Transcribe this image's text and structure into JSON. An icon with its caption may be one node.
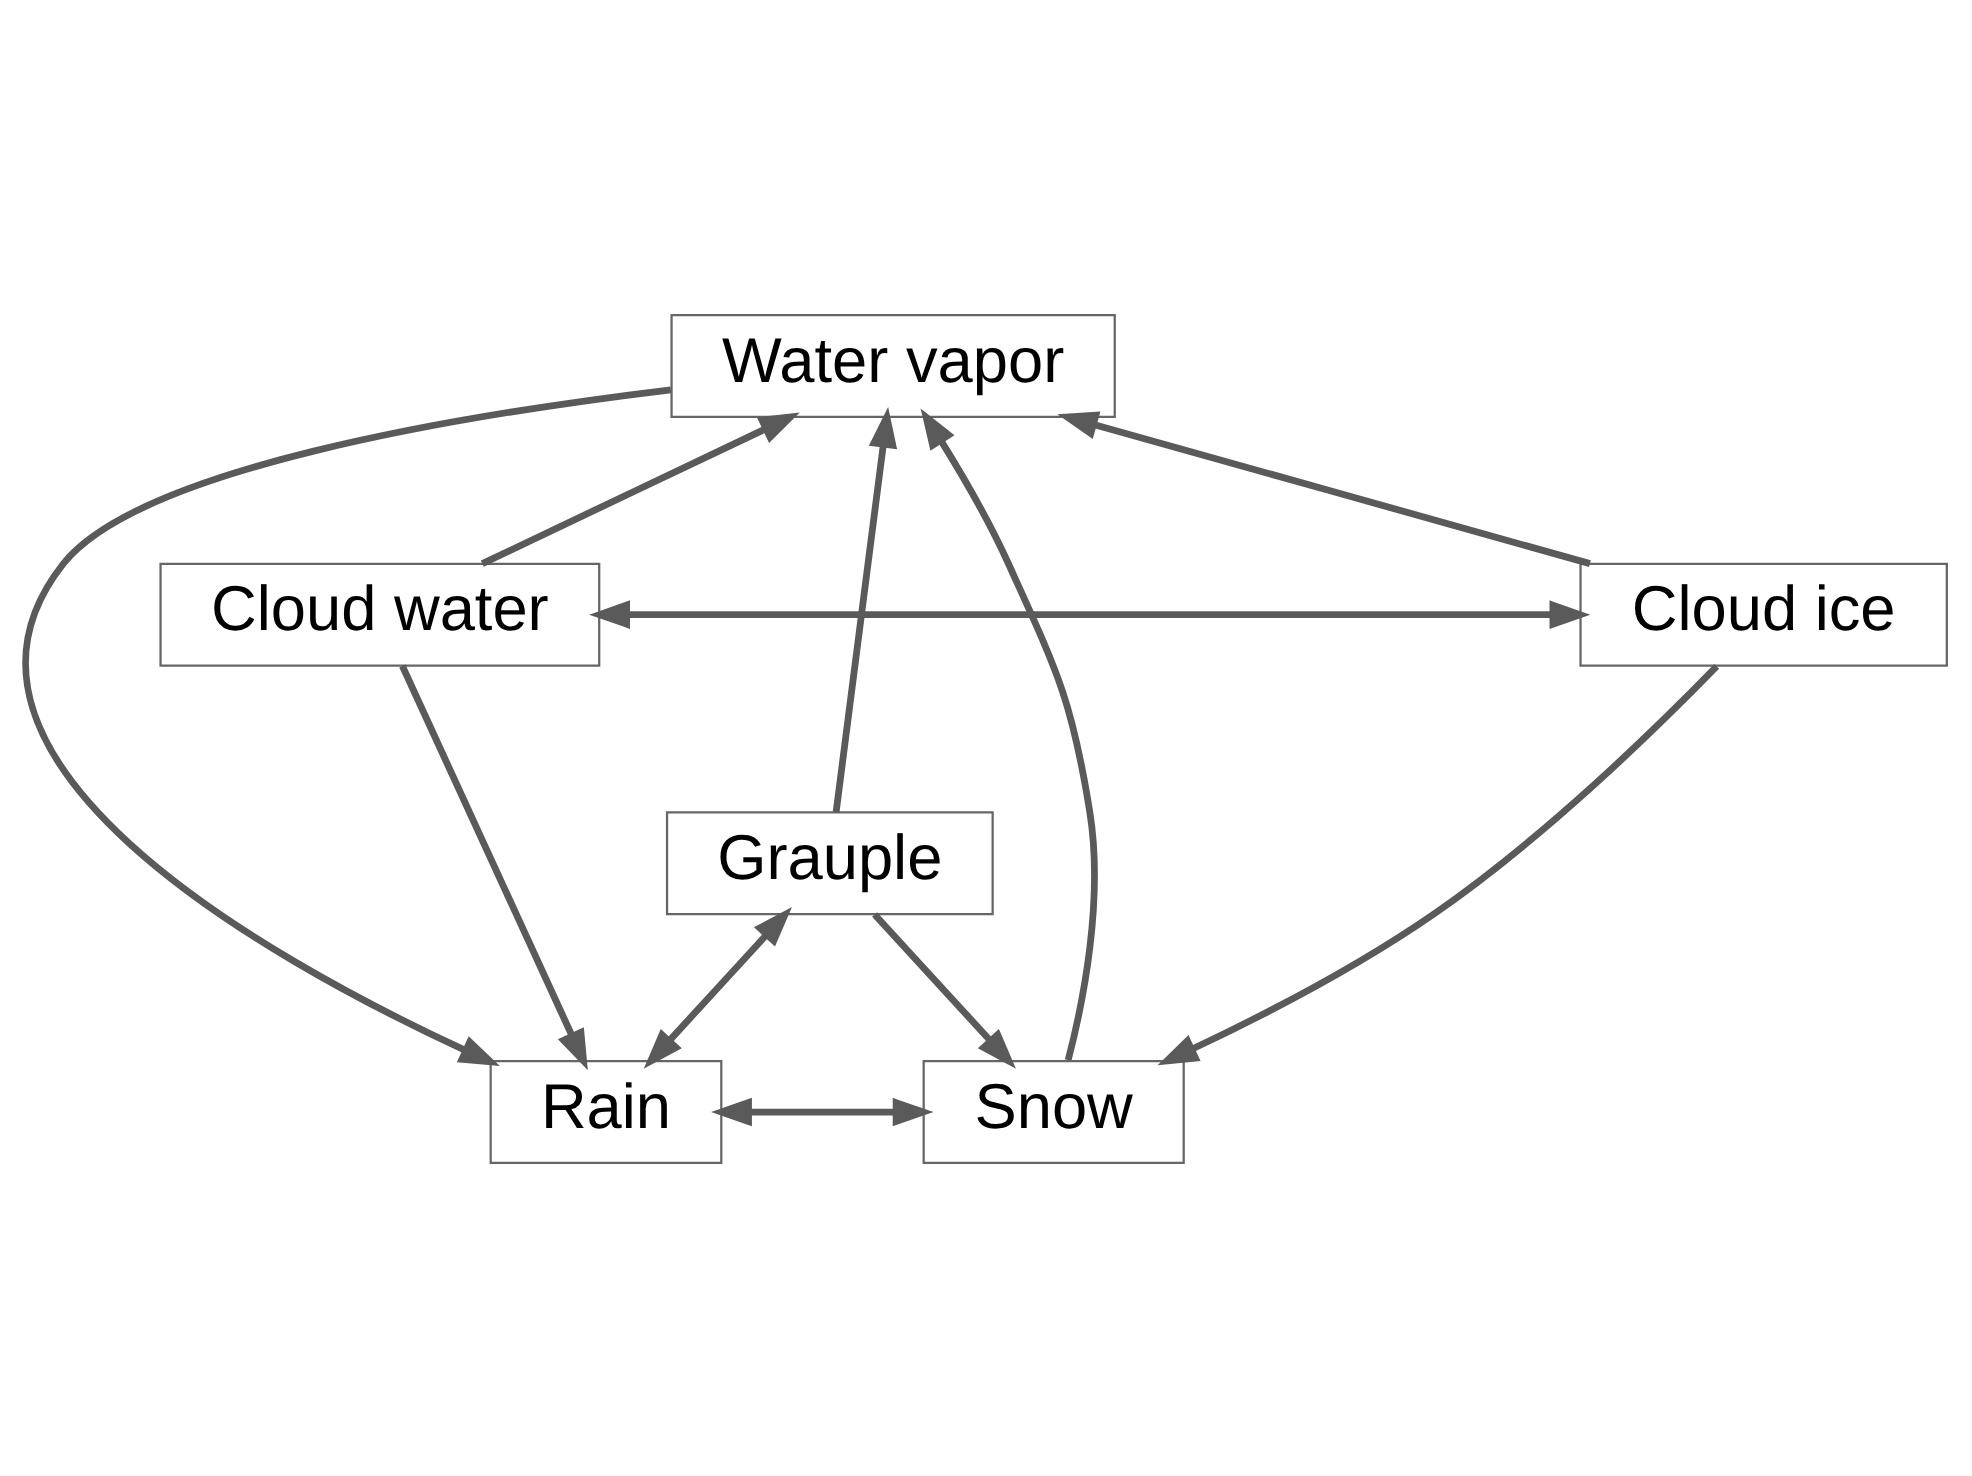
{
  "diagram": {
    "nodes": [
      {
        "text": [
          "Water vapor"
        ]
      },
      {
        "text": [
          "Cloud water"
        ]
      },
      {
        "text": [
          "Cloud ice"
        ]
      },
      {
        "text": [
          "Grauple"
        ]
      },
      {
        "text": [
          "Rain"
        ]
      },
      {
        "text": [
          "Snow"
        ]
      }
    ],
    "edges": [
      {
        "from": 1,
        "to": 0,
        "arrow": "to"
      },
      {
        "from": 0,
        "to": 4,
        "arrow": "to"
      },
      {
        "from": 3,
        "to": 0,
        "arrow": "to"
      },
      {
        "from": 5,
        "to": 0,
        "arrow": "to"
      },
      {
        "from": 2,
        "to": 0,
        "arrow": "to"
      },
      {
        "from": 1,
        "to": 2,
        "arrow": "both"
      },
      {
        "from": 1,
        "to": 4,
        "arrow": "to"
      },
      {
        "from": 2,
        "to": 5,
        "arrow": "to"
      },
      {
        "from": 4,
        "to": 3,
        "arrow": "both"
      },
      {
        "from": 3,
        "to": 5,
        "arrow": "to"
      },
      {
        "from": 4,
        "to": 5,
        "arrow": "both"
      }
    ]
  }
}
